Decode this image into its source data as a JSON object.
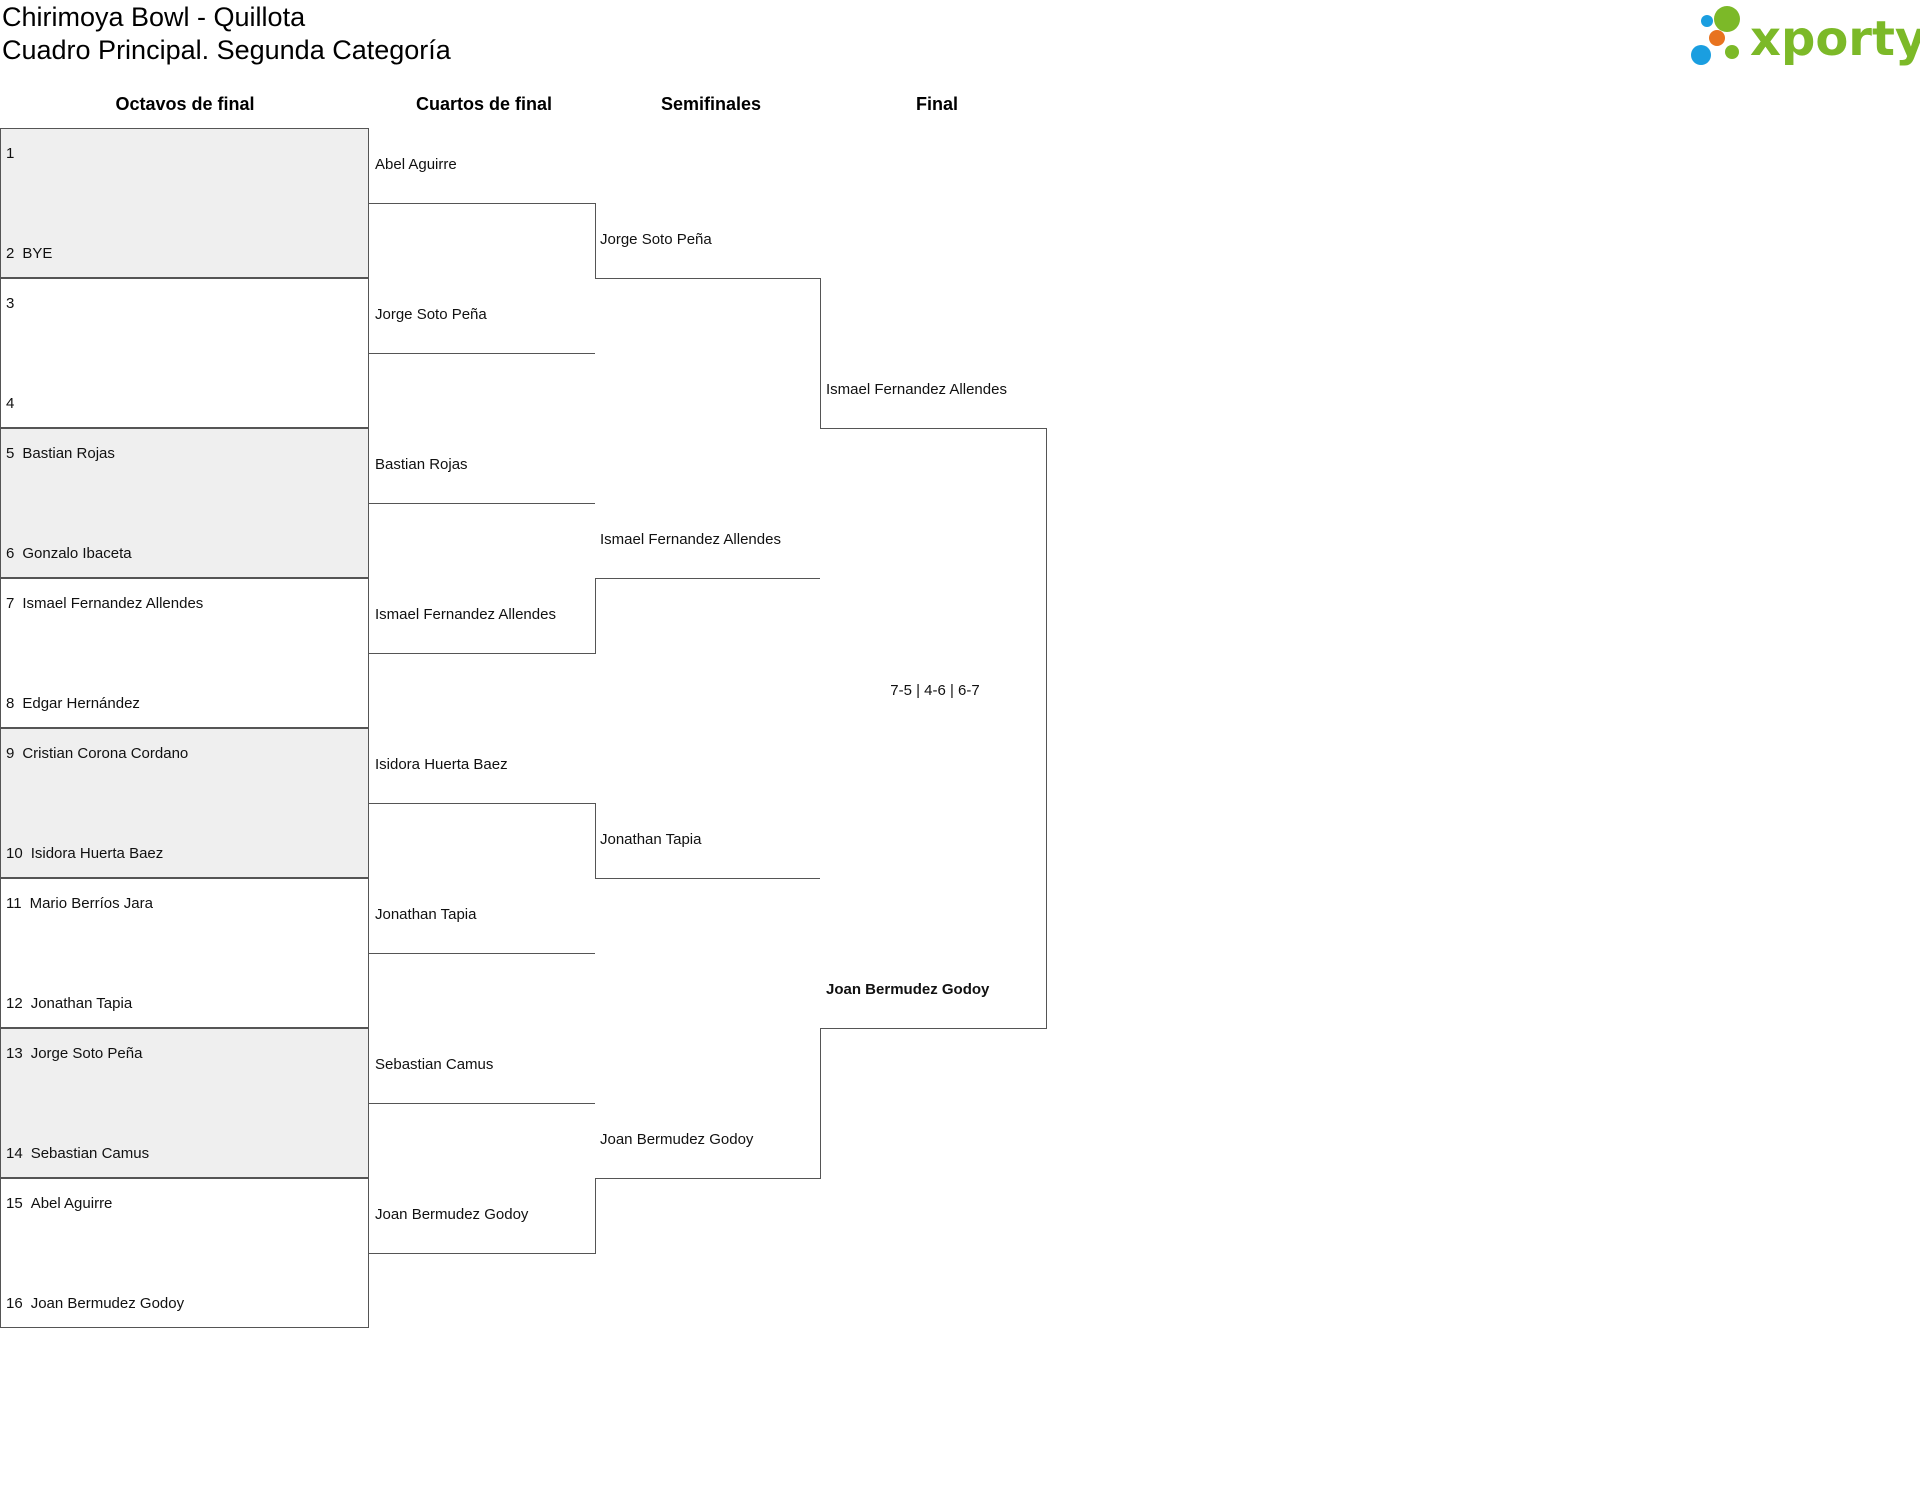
{
  "header": {
    "title": "Chirimoya Bowl - Quillota",
    "subtitle": "Cuadro Principal. Segunda Categoría"
  },
  "logo": {
    "text": "xporty",
    "colors": {
      "green": "#7cb928",
      "blue": "#1a9ee0",
      "orange": "#e8731f"
    }
  },
  "rounds": [
    "Octavos de final",
    "Cuartos de final",
    "Semifinales",
    "Final"
  ],
  "round_of_16": [
    {
      "top": {
        "seed": "1",
        "name": ""
      },
      "bottom": {
        "seed": "2",
        "name": "BYE"
      }
    },
    {
      "top": {
        "seed": "3",
        "name": ""
      },
      "bottom": {
        "seed": "4",
        "name": ""
      }
    },
    {
      "top": {
        "seed": "5",
        "name": "Bastian Rojas"
      },
      "bottom": {
        "seed": "6",
        "name": "Gonzalo Ibaceta"
      }
    },
    {
      "top": {
        "seed": "7",
        "name": "Ismael Fernandez Allendes"
      },
      "bottom": {
        "seed": "8",
        "name": "Edgar Hernández"
      }
    },
    {
      "top": {
        "seed": "9",
        "name": "Cristian Corona Cordano"
      },
      "bottom": {
        "seed": "10",
        "name": "Isidora Huerta Baez"
      }
    },
    {
      "top": {
        "seed": "11",
        "name": "Mario Berríos Jara"
      },
      "bottom": {
        "seed": "12",
        "name": "Jonathan Tapia"
      }
    },
    {
      "top": {
        "seed": "13",
        "name": "Jorge Soto Peña"
      },
      "bottom": {
        "seed": "14",
        "name": "Sebastian Camus"
      }
    },
    {
      "top": {
        "seed": "15",
        "name": "Abel Aguirre"
      },
      "bottom": {
        "seed": "16",
        "name": "Joan Bermudez Godoy"
      }
    }
  ],
  "quarterfinals": [
    {
      "top": "Abel Aguirre",
      "bottom": "Jorge Soto Peña"
    },
    {
      "top": "Bastian Rojas",
      "bottom": "Ismael Fernandez Allendes"
    },
    {
      "top": "Isidora Huerta Baez",
      "bottom": "Jonathan Tapia"
    },
    {
      "top": "Sebastian Camus",
      "bottom": "Joan Bermudez Godoy"
    }
  ],
  "semifinals": [
    {
      "top": "Jorge Soto Peña",
      "bottom": "Ismael Fernandez Allendes"
    },
    {
      "top": "Jonathan Tapia",
      "bottom": "Joan Bermudez Godoy"
    }
  ],
  "final": {
    "top": "Ismael Fernandez Allendes",
    "bottom": "Joan Bermudez Godoy",
    "score": "7-5 | 4-6 | 6-7",
    "winner": "Joan Bermudez Godoy"
  }
}
